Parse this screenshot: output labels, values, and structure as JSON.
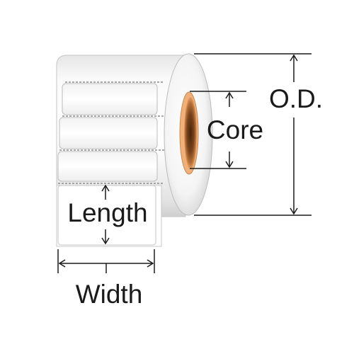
{
  "labels": {
    "length": "Length",
    "width": "Width",
    "core": "Core",
    "od": "O.D."
  },
  "colors": {
    "line": "#1a1a1a",
    "label_fill": "#ffffff",
    "label_edge": "#b9b9b9",
    "perforation": "#8c8c8c",
    "roll_shadow": "#d4d4d4",
    "core_outer": "#e8a066",
    "core_inner": "#8a4e22",
    "core_dark": "#5a2f12"
  }
}
